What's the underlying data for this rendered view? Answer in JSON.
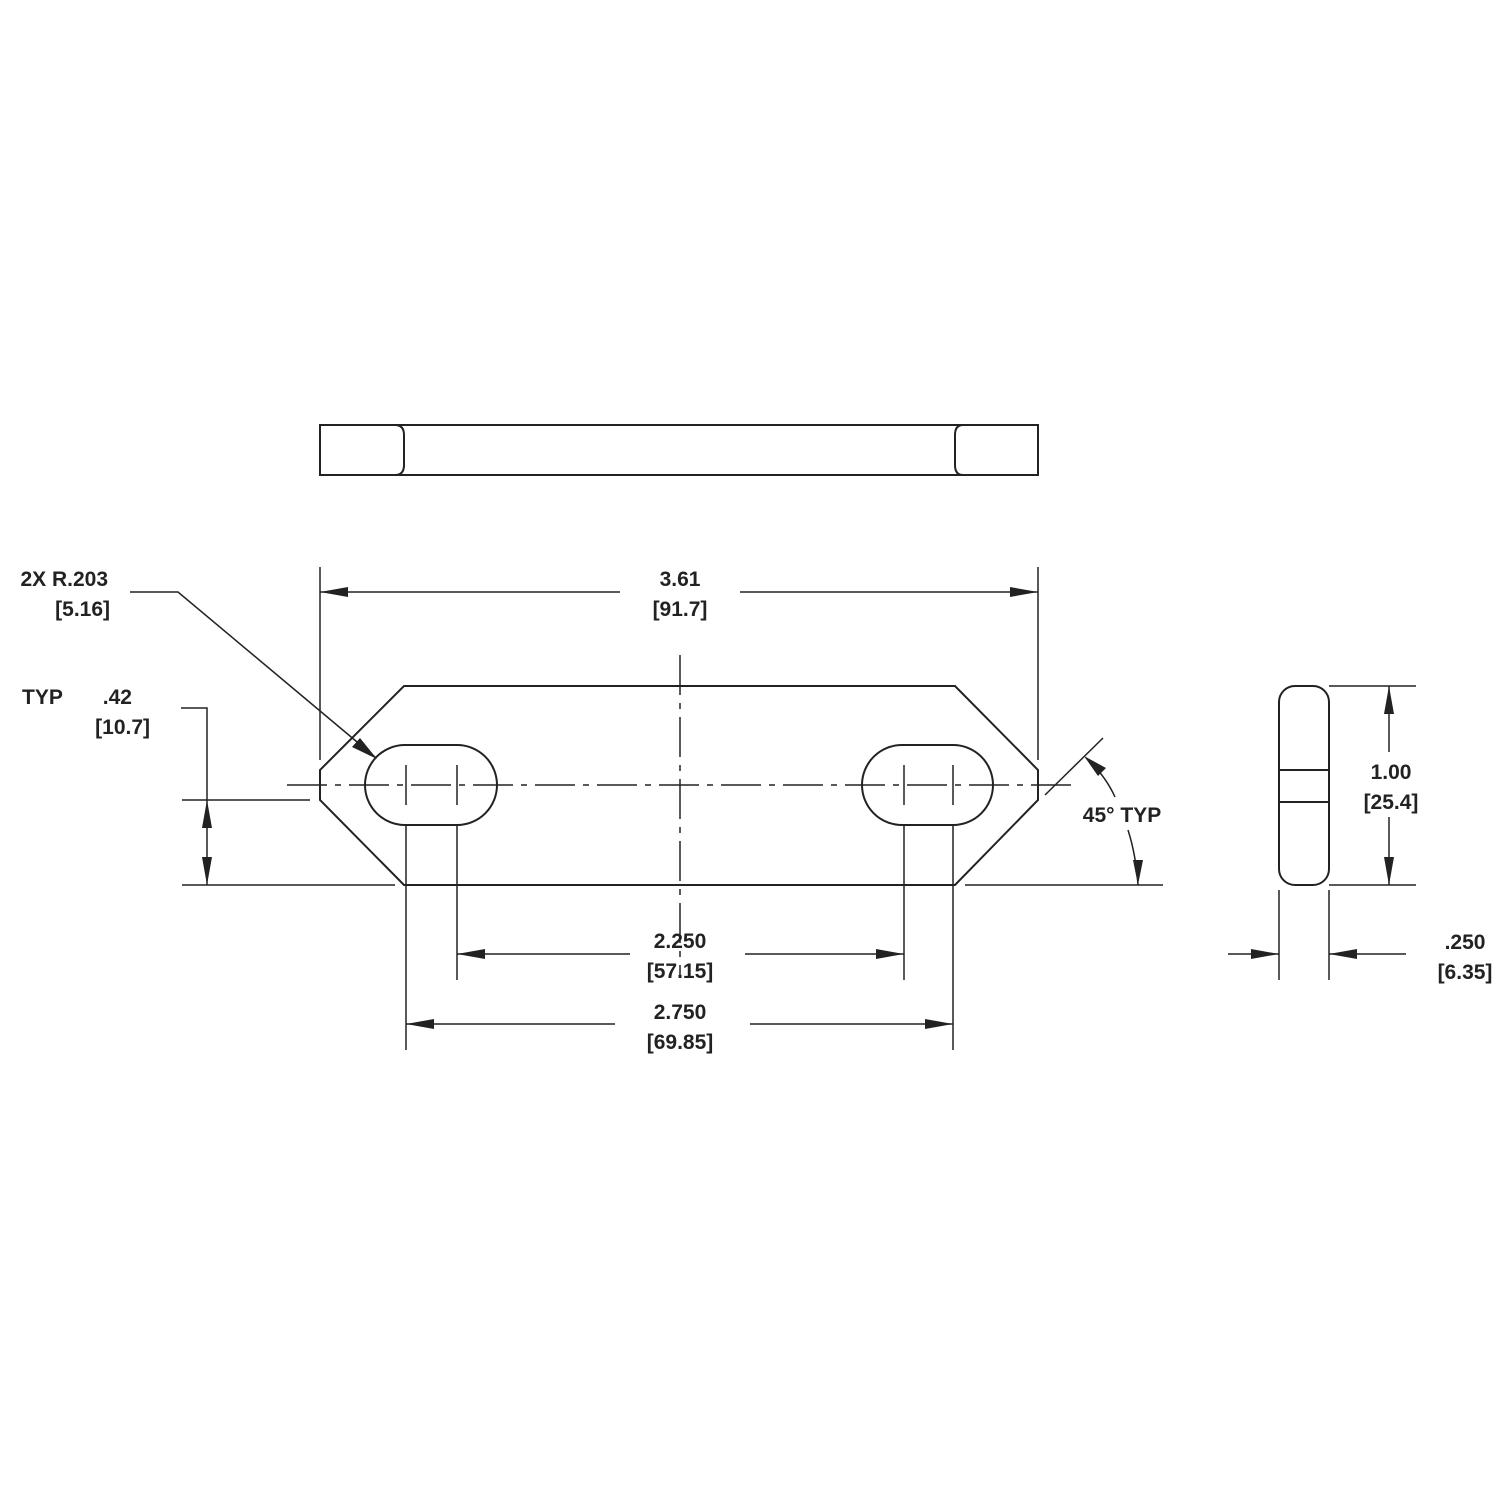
{
  "dimensions": {
    "overall_length": {
      "inch": "3.61",
      "mm": "[91.7]"
    },
    "slot_radius": {
      "inch": "2X R.203",
      "mm": "[5.16]"
    },
    "chamfer_height": {
      "inch": ".42",
      "prefix": "TYP",
      "mm": "[10.7]"
    },
    "chamfer_angle": {
      "label": "45° TYP"
    },
    "inner_slot_spacing": {
      "inch": "2.250",
      "mm": "[57.15]"
    },
    "outer_slot_spacing": {
      "inch": "2.750",
      "mm": "[69.85]"
    },
    "width": {
      "inch": "1.00",
      "mm": "[25.4]"
    },
    "thickness": {
      "inch": ".250",
      "mm": "[6.35]"
    }
  }
}
